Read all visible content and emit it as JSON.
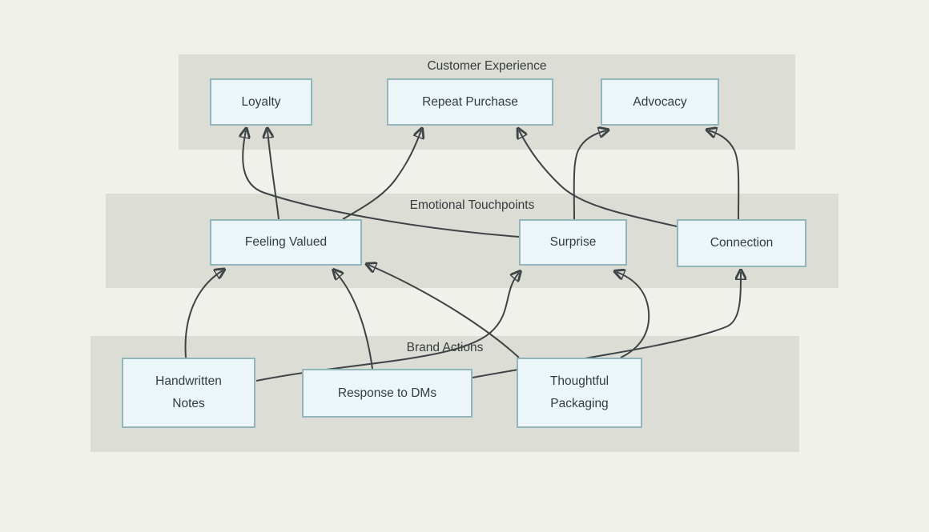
{
  "diagram": {
    "groups": {
      "customer_experience": {
        "label": "Customer Experience"
      },
      "emotional_touchpoints": {
        "label": "Emotional Touchpoints"
      },
      "brand_actions": {
        "label": "Brand Actions"
      }
    },
    "nodes": {
      "loyalty": {
        "label": "Loyalty",
        "group": "Customer Experience"
      },
      "repeat_purchase": {
        "label": "Repeat Purchase",
        "group": "Customer Experience"
      },
      "advocacy": {
        "label": "Advocacy",
        "group": "Customer Experience"
      },
      "feeling_valued": {
        "label": "Feeling Valued",
        "group": "Emotional Touchpoints"
      },
      "surprise": {
        "label": "Surprise",
        "group": "Emotional Touchpoints"
      },
      "connection": {
        "label": "Connection",
        "group": "Emotional Touchpoints"
      },
      "handwritten_notes": {
        "label": "Handwritten Notes",
        "group": "Brand Actions"
      },
      "response_to_dms": {
        "label": "Response to DMs",
        "group": "Brand Actions"
      },
      "thoughtful_packaging": {
        "label": "Thoughtful Packaging",
        "group": "Brand Actions"
      }
    },
    "edges": [
      {
        "from": "Handwritten Notes",
        "to": "Feeling Valued"
      },
      {
        "from": "Handwritten Notes",
        "to": "Surprise"
      },
      {
        "from": "Response to DMs",
        "to": "Feeling Valued"
      },
      {
        "from": "Response to DMs",
        "to": "Connection"
      },
      {
        "from": "Thoughtful Packaging",
        "to": "Feeling Valued"
      },
      {
        "from": "Thoughtful Packaging",
        "to": "Surprise"
      },
      {
        "from": "Feeling Valued",
        "to": "Loyalty"
      },
      {
        "from": "Feeling Valued",
        "to": "Repeat Purchase"
      },
      {
        "from": "Surprise",
        "to": "Loyalty"
      },
      {
        "from": "Surprise",
        "to": "Advocacy"
      },
      {
        "from": "Connection",
        "to": "Repeat Purchase"
      },
      {
        "from": "Connection",
        "to": "Advocacy"
      }
    ],
    "colors": {
      "background": "#f1f1ec",
      "group_fill": "#dcddd5",
      "node_fill": "#ecf5f8",
      "node_border": "#93b5bc",
      "edge": "#3e4345",
      "text": "#333c3f"
    }
  }
}
